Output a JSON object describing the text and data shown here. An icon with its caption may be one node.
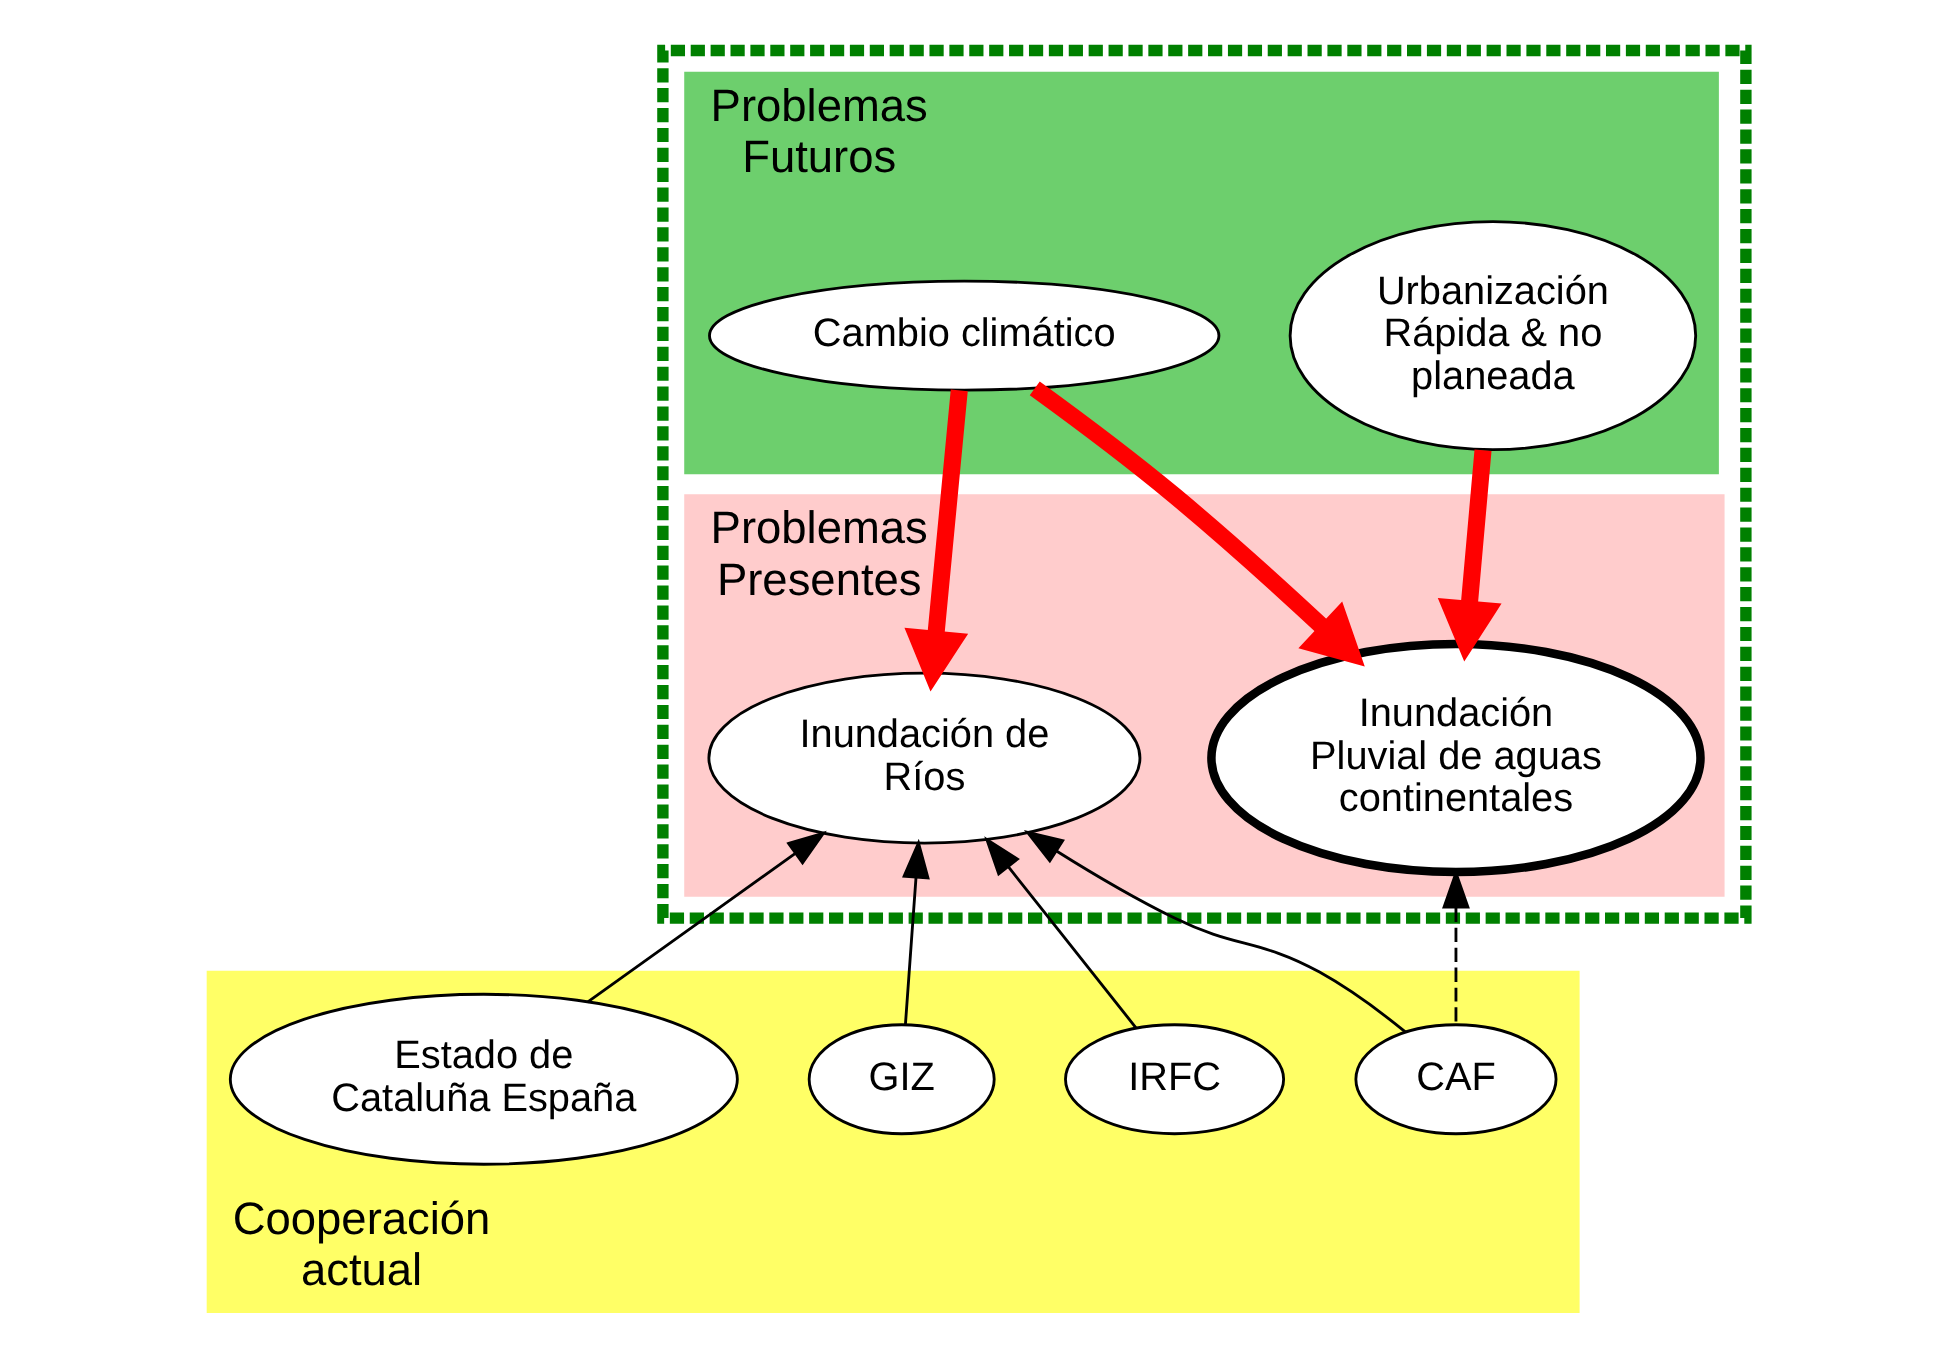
{
  "diagram": {
    "nodes": [
      {
        "text": [],
        "shape": "box"
      },
      {
        "text": [
          "Problemas Futuros"
        ],
        "in": 0
      },
      {
        "text": [
          "Cambio climático"
        ],
        "in": 1
      },
      {
        "text": [
          "Urbanización Rápida & no planeada"
        ],
        "in": 1
      },
      {
        "text": [
          "Problemas Presentes"
        ],
        "in": 0
      },
      {
        "text": [
          "Inundación de Ríos"
        ],
        "in": 4
      },
      {
        "text": [
          "Inundación Pluvial de aguas continentales"
        ],
        "in": 4
      },
      {
        "text": [
          "Cooperación actual"
        ]
      },
      {
        "text": [
          "Estado de Cataluña España"
        ],
        "in": 7
      },
      {
        "text": [
          "GIZ"
        ],
        "in": 7
      },
      {
        "text": [
          "IRFC"
        ],
        "in": 7
      },
      {
        "text": [
          "CAF"
        ],
        "in": 7
      }
    ],
    "edges": [
      {
        "from": 2,
        "to": 5,
        "arrow": "to",
        "style": "thick",
        "color": "#ff0000"
      },
      {
        "from": 2,
        "to": 6,
        "arrow": "to",
        "style": "thick",
        "color": "#ff0000"
      },
      {
        "from": 3,
        "to": 6,
        "arrow": "to",
        "style": "thick",
        "color": "#ff0000"
      },
      {
        "from": 8,
        "to": 5,
        "arrow": "to"
      },
      {
        "from": 9,
        "to": 5,
        "arrow": "to"
      },
      {
        "from": 10,
        "to": 5,
        "arrow": "to"
      },
      {
        "from": 11,
        "to": 5,
        "arrow": "to"
      },
      {
        "from": 11,
        "to": 6,
        "arrow": "to",
        "style": "dashed"
      }
    ]
  }
}
